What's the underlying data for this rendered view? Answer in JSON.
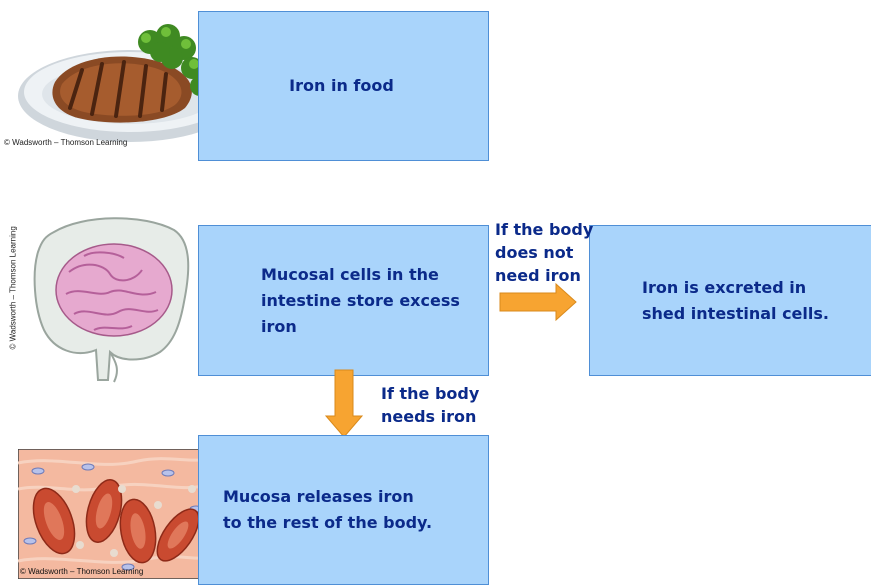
{
  "boxes": {
    "food": "Iron in food",
    "store": "Mucosal cells in the intestine store excess iron",
    "excrete": "Iron is excreted in shed intestinal cells.",
    "release": "Mucosa releases iron to the rest of the body."
  },
  "labels": {
    "not_need": "If the body\ndoes not\nneed iron",
    "need": "If the body\nneeds iron"
  },
  "credits": {
    "food": "© Wadsworth – Thomson Learning",
    "intestine": "© Wadsworth – Thomson Learning",
    "cells": "© Wadsworth – Thomson Learning"
  },
  "colors": {
    "box_fill": "#a9d4fb",
    "text": "#0b2a8a",
    "arrow": "#f7a431"
  },
  "icons": [
    "steak-plate-image",
    "intestine-image",
    "blood-cells-image"
  ]
}
